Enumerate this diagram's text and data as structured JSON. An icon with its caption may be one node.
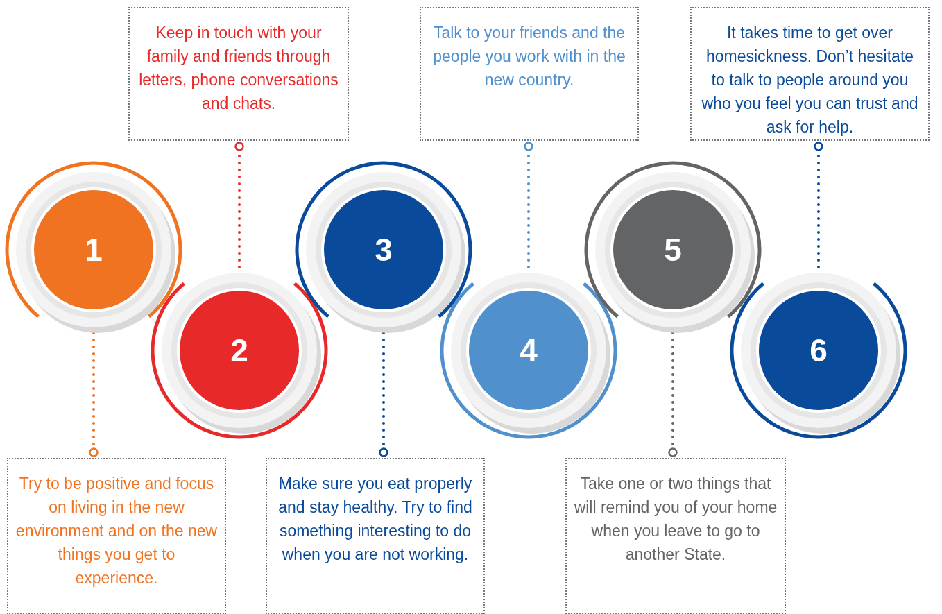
{
  "diagram": {
    "nodes": [
      {
        "text": [
          "1"
        ]
      },
      {
        "text": [
          "2"
        ]
      },
      {
        "text": [
          "3"
        ]
      },
      {
        "text": [
          "4"
        ]
      },
      {
        "text": [
          "5"
        ]
      },
      {
        "text": [
          "6"
        ]
      },
      {
        "text": [
          "Try to be positive and focus on living in the new environment and on the new things you get to experience."
        ]
      },
      {
        "text": [
          "Keep in touch with your family and friends through letters, phone conversations and chats."
        ]
      },
      {
        "text": [
          "Make sure you eat properly and stay healthy. Try to find something interesting to do when you are not working."
        ]
      },
      {
        "text": [
          "Talk to your friends and the people you work with in the new country."
        ]
      },
      {
        "text": [
          "Take one or two things that will remind you of your home when you leave to go to another State."
        ]
      },
      {
        "text": [
          "It takes time to get over homesickness. Don’t hesitate to talk to people around you who you feel you can trust and ask for help."
        ]
      }
    ],
    "edges": [
      {
        "from": 0,
        "to": 6,
        "arrow": "other",
        "style": "dashed",
        "color": "#f07322"
      },
      {
        "from": 1,
        "to": 7,
        "arrow": "other",
        "style": "dashed",
        "color": "#e8292a"
      },
      {
        "from": 2,
        "to": 8,
        "arrow": "other",
        "style": "dashed",
        "color": "#0a4a9a"
      },
      {
        "from": 3,
        "to": 9,
        "arrow": "other",
        "style": "dashed",
        "color": "#5090cd"
      },
      {
        "from": 4,
        "to": 10,
        "arrow": "other",
        "style": "dashed",
        "color": "#636466"
      },
      {
        "from": 5,
        "to": 11,
        "arrow": "other",
        "style": "dashed",
        "color": "#0a4a9a"
      }
    ]
  }
}
